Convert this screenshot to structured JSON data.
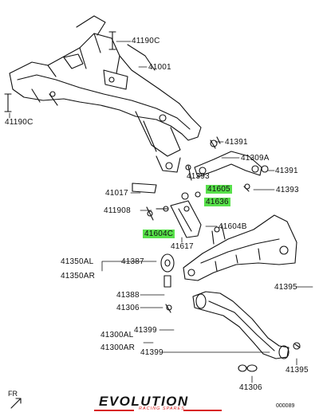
{
  "labels": {
    "p41190c_top": "41190C",
    "p41001": "41001",
    "p41190c_left": "41190C",
    "p41391_top": "41391",
    "p41309a": "41309A",
    "p41391_right": "41391",
    "p41393_mid": "41393",
    "p41393_right": "41393",
    "p41605": "41605",
    "p41636": "41636",
    "p41017": "41017",
    "p411908": "411908",
    "p41604c": "41604C",
    "p41604b": "41604B",
    "p41617": "41617",
    "p41350al": "41350AL",
    "p41350ar": "41350AR",
    "p41387": "41387",
    "p41395_top": "41395",
    "p41388": "41388",
    "p41306_top": "41306",
    "p41399_top": "41399",
    "p41300al": "41300AL",
    "p41300ar": "41300AR",
    "p41399_bot": "41399",
    "p41395_bot": "41395",
    "p41306_bot": "41306"
  },
  "highlight_color": "#57e04a",
  "brand": {
    "name": "EVOLUTION",
    "tagline": "RACING SPARES",
    "accent_color": "#d81e1e"
  },
  "front_marker": "FR",
  "diagram_code": "000089"
}
